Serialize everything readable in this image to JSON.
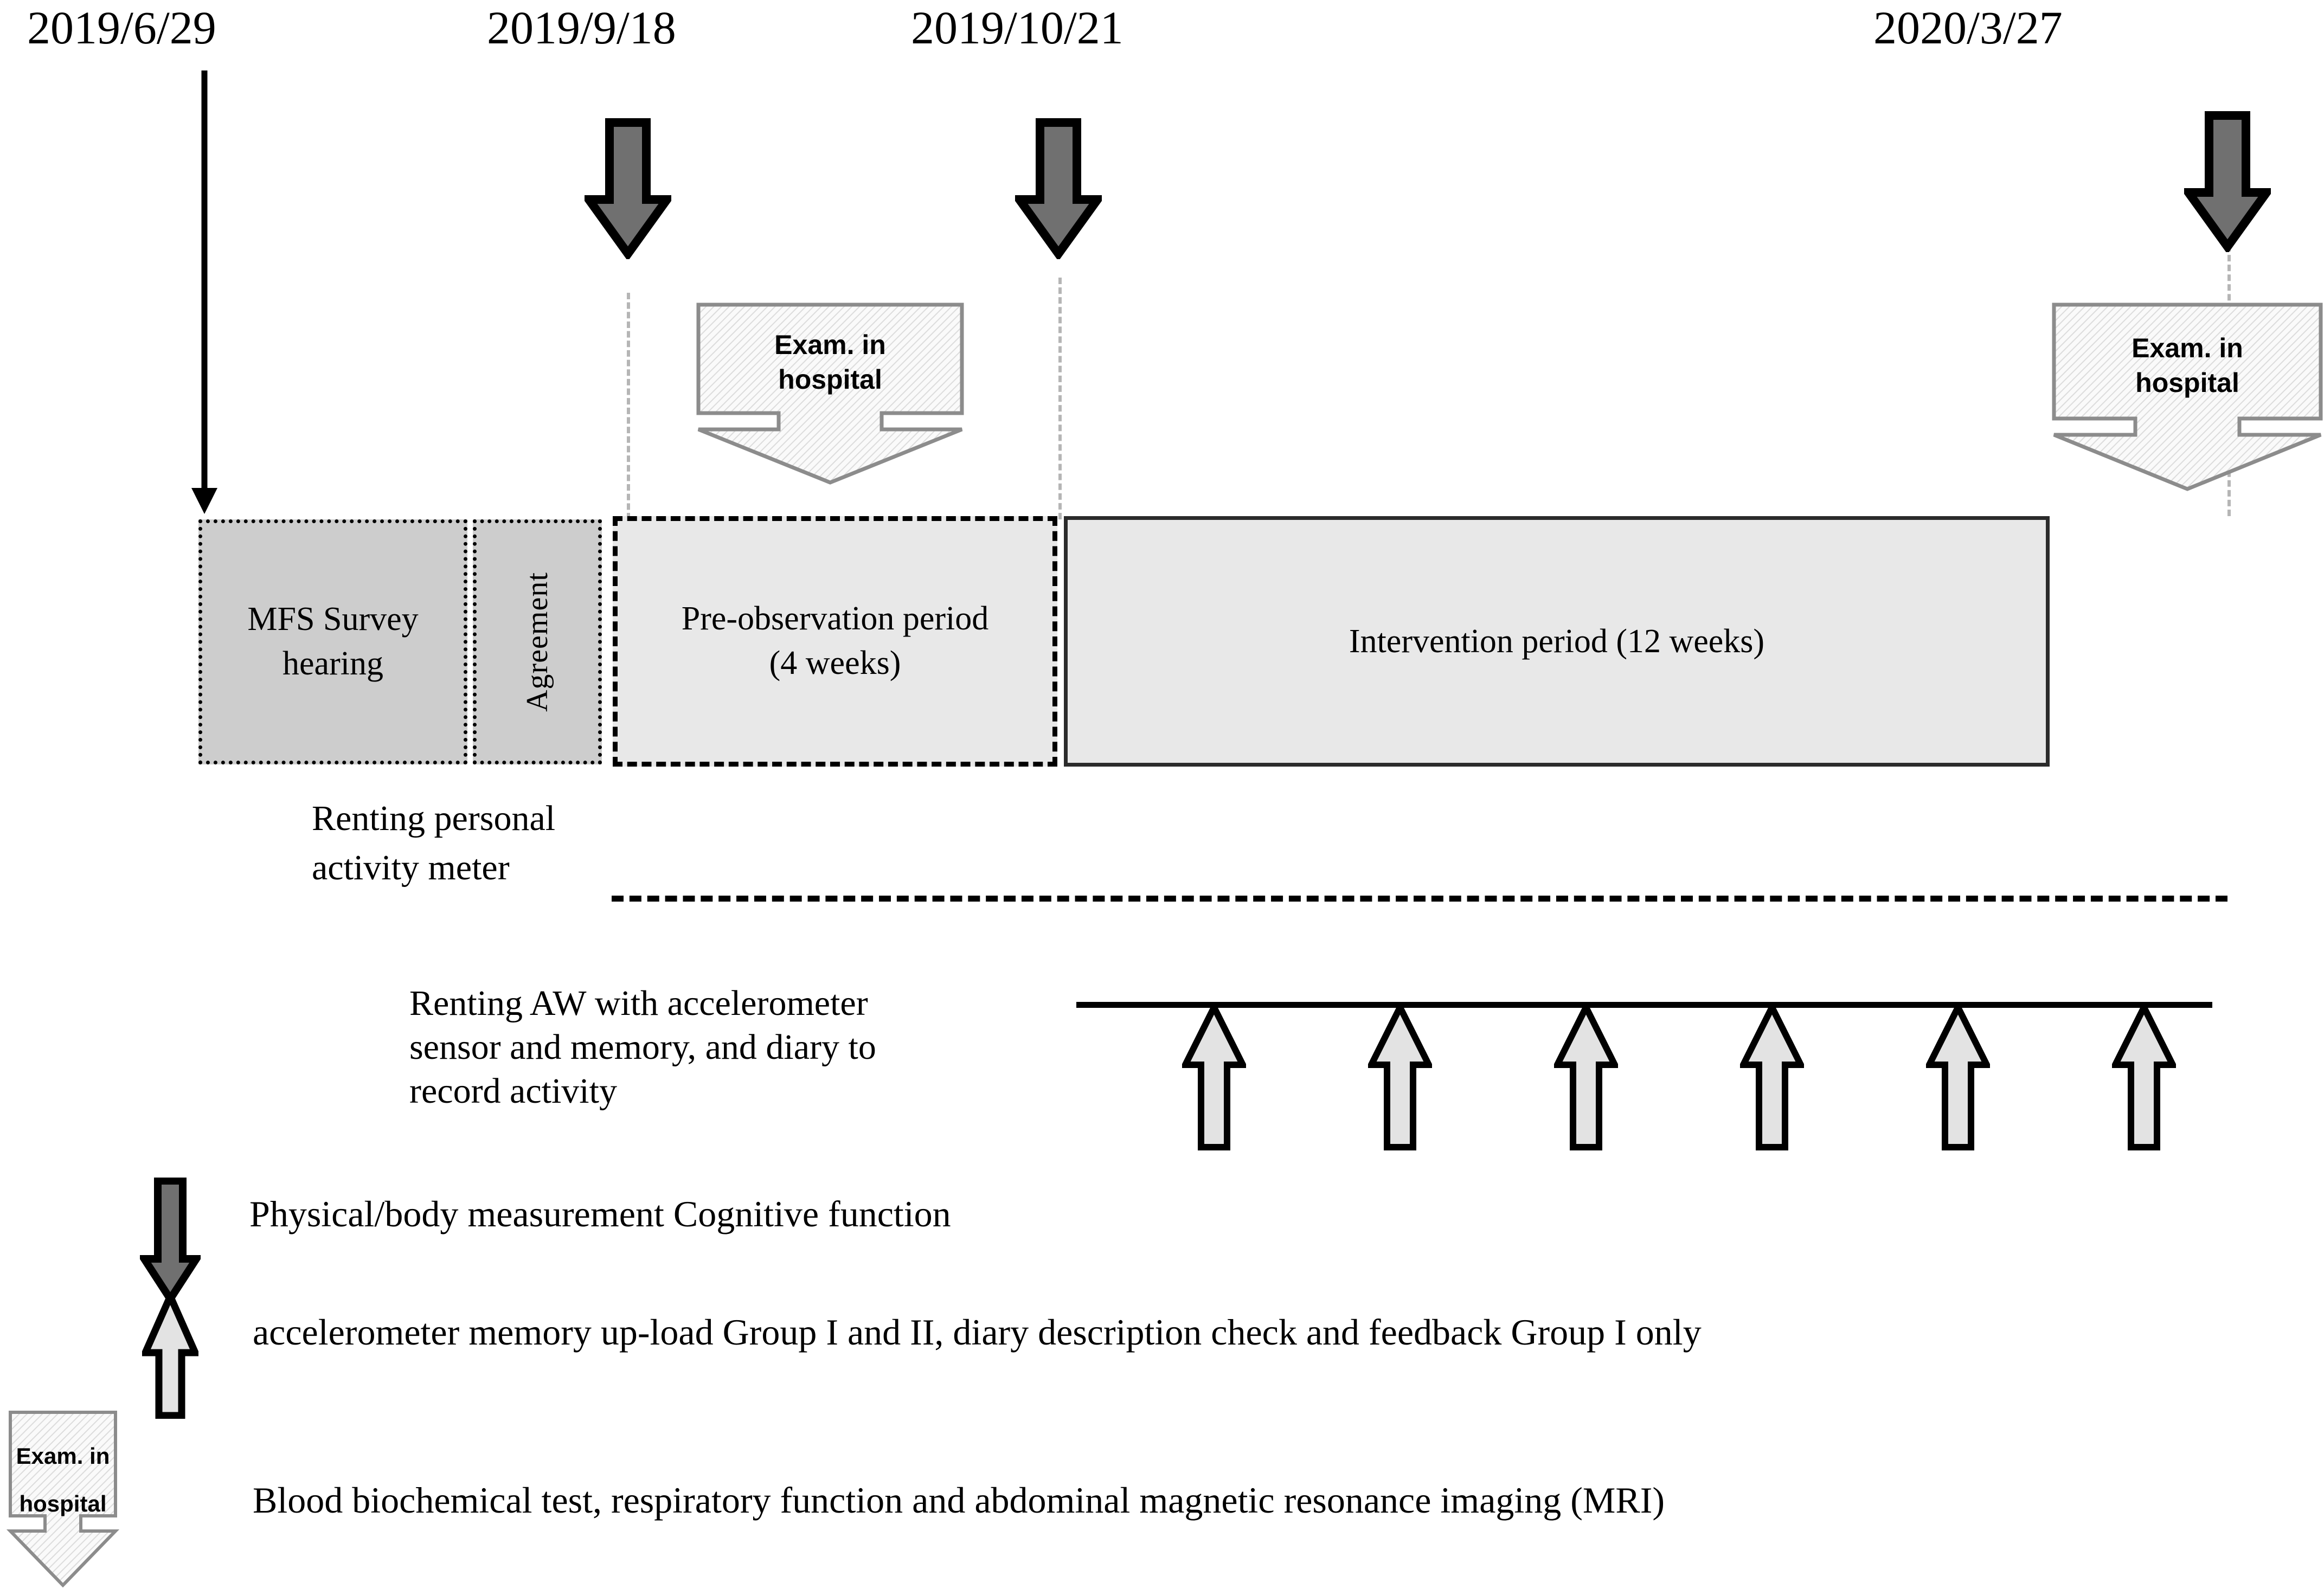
{
  "figure": {
    "type": "study-protocol-timeline",
    "title": "Clinical study schedule timeline"
  },
  "colors": {
    "dark_arrow_fill": "#707070",
    "dark_arrow_stroke": "#000000",
    "light_arrow_fill": "#e3e3e3",
    "light_arrow_stroke": "#000000",
    "mfs_box_fill": "#cdcdcd",
    "agreement_box_fill": "#cdcdcd",
    "pre_box_fill": "#e8e8e8",
    "intervention_box_fill": "#e8e8e8",
    "callout_fill": "#f7f7f7",
    "callout_stroke": "#8c8c8c",
    "guide_line": "#b5b5b5",
    "text": "#000000"
  },
  "dates": [
    {
      "id": "d1",
      "label": "2019/6/29"
    },
    {
      "id": "d2",
      "label": "2019/9/18"
    },
    {
      "id": "d3",
      "label": "2019/10/21"
    },
    {
      "id": "d4",
      "label": "2020/3/27"
    }
  ],
  "periods": [
    {
      "id": "mfs",
      "label": "MFS Survey\nhearing"
    },
    {
      "id": "agreement",
      "label": "Agreement"
    },
    {
      "id": "pre",
      "label": "Pre-observation period\n(4 weeks)"
    },
    {
      "id": "intervention",
      "label": "Intervention period (12 weeks)"
    }
  ],
  "callouts": [
    {
      "id": "exam-mid",
      "line1": "Exam. in",
      "line2": "hospital"
    },
    {
      "id": "exam-right",
      "line1": "Exam. in",
      "line2": "hospital"
    },
    {
      "id": "exam-legend",
      "line1": "Exam. in",
      "line2": "hospital"
    }
  ],
  "annotations": {
    "renting_meter": "Renting personal\nactivity meter",
    "renting_aw": "Renting AW with accelerometer\nsensor and memory, and diary to\nrecord activity"
  },
  "legend": [
    {
      "id": "legend-dark-arrow",
      "icon": "down-arrow-dark",
      "text": "Physical/body measurement   Cognitive function"
    },
    {
      "id": "legend-light-arrow",
      "icon": "up-arrow-light",
      "text": "accelerometer memory up-load Group I and II, diary description check and feedback Group I only"
    },
    {
      "id": "legend-exam-callout",
      "icon": "exam-callout",
      "text": "Blood biochemical test, respiratory function and abdominal magnetic resonance imaging (MRI)"
    }
  ],
  "up_arrow_count": 6
}
